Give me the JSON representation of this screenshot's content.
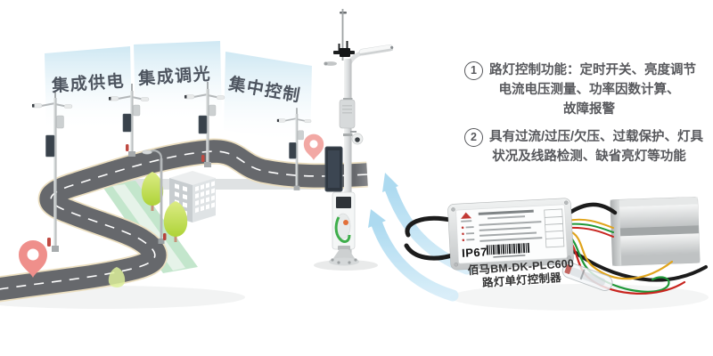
{
  "scene": {
    "banners": [
      {
        "label": "集成供电"
      },
      {
        "label": "集成调光"
      },
      {
        "label": "集中控制"
      }
    ]
  },
  "features": [
    {
      "number": "1",
      "lines": [
        "路灯控制功能：定时开关、亮度调节",
        "电流电压测量、功率因数计算、",
        "故障报警"
      ]
    },
    {
      "number": "2",
      "lines": [
        "具有过流/过压/欠压、过载保护、灯具",
        "状况及线路检测、缺省亮灯等功能"
      ]
    }
  ],
  "product": {
    "ip_rating": "IP67",
    "caption": [
      "佰马BM-DK-PLC600",
      "路灯单灯控制器"
    ]
  },
  "colors": {
    "banner_text": "#4e5560",
    "feature_text": "#57585c",
    "arrow_blue": "#b7ddf2",
    "pin_red": "#ef8f8b",
    "road": "#66686c",
    "road_edge": "#ecdfc0",
    "green_strip": "#c3e6cc",
    "caption_text": "#333333",
    "device_silver": "#d3d6d7"
  }
}
